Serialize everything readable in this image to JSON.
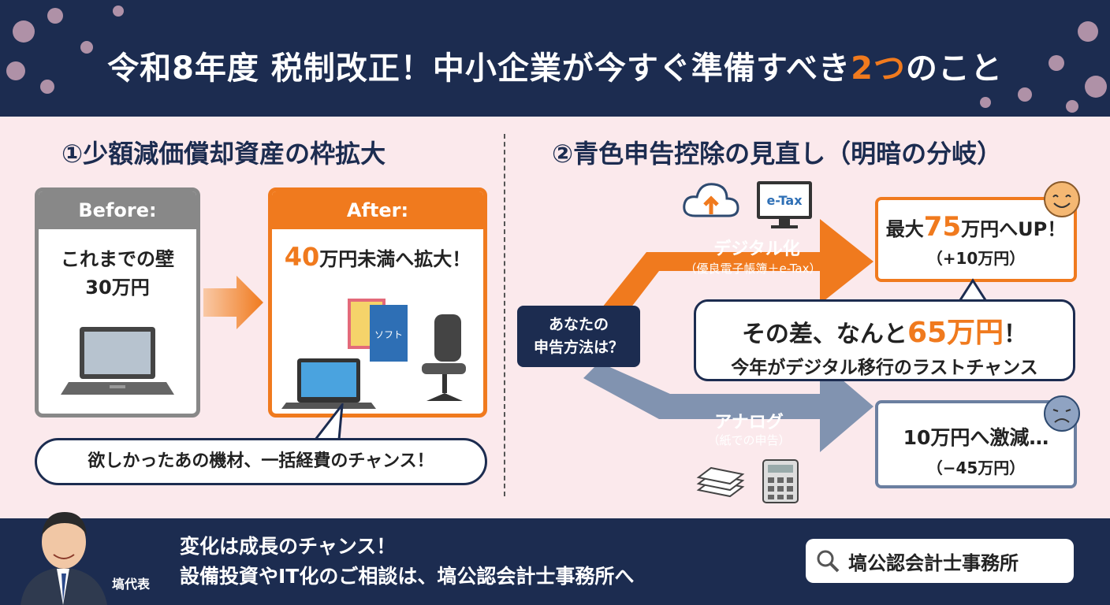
{
  "header": {
    "title_pre": "令和8年度 税制改正！中小企業が今すぐ準備すべき",
    "title_hl": "2つ",
    "title_post": "のこと"
  },
  "section1": {
    "title": "①少額減価償却資産の枠拡大",
    "before": {
      "label": "Before:",
      "line1": "これまでの壁",
      "line2": "30万円"
    },
    "after": {
      "label": "After:",
      "highlight": "40",
      "text": "万円未満へ拡大！",
      "soft_label": "ソフト"
    },
    "bubble": "欲しかったあの機材、一括経費のチャンス！"
  },
  "section2": {
    "title": "②青色申告控除の見直し（明暗の分岐）",
    "question_line1": "あなたの",
    "question_line2": "申告方法は？",
    "etax_label": "e-Tax",
    "digital": {
      "label": "デジタル化",
      "sub": "（優良電子帳簿＋e-Tax）"
    },
    "analog": {
      "label": "アナログ",
      "sub": "（紙での申告）"
    },
    "up": {
      "pre": "最大",
      "highlight": "75",
      "post": "万円へUP！",
      "sub": "（+10万円）"
    },
    "diff": {
      "pre": "その差、なんと",
      "highlight": "65万円",
      "post": "！",
      "sub": "今年がデジタル移行のラストチャンス"
    },
    "down": {
      "main": "10万円へ激減…",
      "sub": "（−45万円）"
    }
  },
  "footer": {
    "line1": "変化は成長のチャンス！",
    "line2": "設備投資やIT化のご相談は、塙公認会計士事務所へ",
    "rep_label": "塙代表",
    "search_text": "塙公認会計士事務所"
  },
  "colors": {
    "navy": "#1c2c50",
    "orange": "#f07a1e",
    "pink_bg": "#fbe9ec",
    "gray": "#888888",
    "slate": "#6b7fa0"
  }
}
